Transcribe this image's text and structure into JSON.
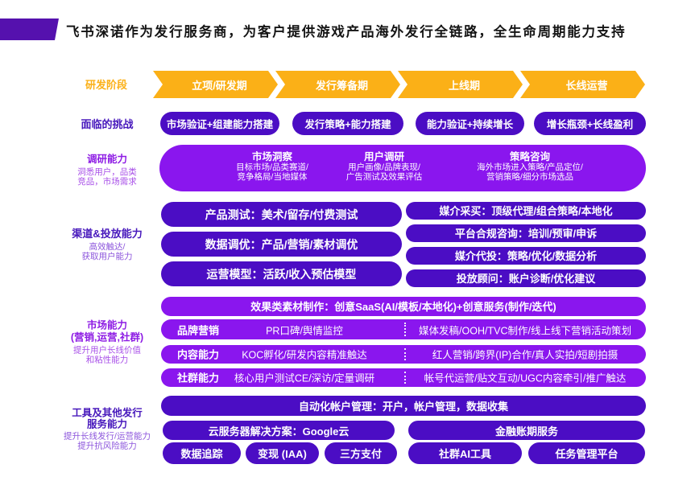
{
  "colors": {
    "orange": "#FBB017",
    "dark_purple_pill": "#4B0DC4",
    "bright_violet": "#8A16EE",
    "deep_purple_block": "#5511AE",
    "label_purple": "#4718BC",
    "label_violet": "#8D1BE4"
  },
  "title": "飞书深诺作为发行服务商，为客户提供游戏产品海外发行全链路，全生命周期能力支持",
  "stages": {
    "label": "研发阶段",
    "items": [
      "立项/研发期",
      "发行筹备期",
      "上线期",
      "长线运营"
    ]
  },
  "challenges": {
    "label": "面临的挑战",
    "items": [
      "市场验证+组建能力搭建",
      "发行策略+能力搭建",
      "能力验证+持续增长",
      "增长瓶颈+长线盈利"
    ]
  },
  "research": {
    "label": "调研能力",
    "sublabel": [
      "洞悉用户，品类",
      "竞品，市场需求"
    ],
    "columns": [
      {
        "title": "市场洞察",
        "lines": [
          "目标市场/品类赛道/",
          "竞争格局/当地媒体"
        ]
      },
      {
        "title": "用户调研",
        "lines": [
          "用户画像/品牌表现/",
          "广告测试及效果评估"
        ]
      },
      {
        "title": "策略咨询",
        "lines": [
          "海外市场进入策略/产品定位/",
          "营销策略/细分市场选品"
        ]
      }
    ]
  },
  "channel": {
    "label": "渠道&投放能力",
    "sublabel": [
      "高效触达/",
      "获取用户能力"
    ],
    "left_pills": [
      "产品测试：美术/留存/付费测试",
      "数据调优：产品/营销/素材调优",
      "运营模型：活跃/收入预估模型"
    ],
    "right_pills": [
      "媒介采买：顶级代理/组合策略/本地化",
      "平台合规咨询：培训/预审/申诉",
      "媒介代投：策略/优化/数据分析",
      "投放顾问：账户诊断/优化建议"
    ]
  },
  "market": {
    "label": "市场能力",
    "label2": "(营销,运营,社群)",
    "sublabel": [
      "提升用户长线价值",
      "和粘性能力"
    ],
    "top_pill": "效果类素材制作：创意SaaS(AI/模板/本地化)+创意服务(制作/迭代)",
    "rows": [
      {
        "tag": "品牌营销",
        "mid": "PR口碑/舆情监控",
        "right": "媒体发稿/OOH/TVC制作/线上线下营销活动策划"
      },
      {
        "tag": "内容能力",
        "mid": "KOC孵化/研发内容精准触达",
        "right": "红人营销/跨界(IP)合作/真人实拍/短剧拍摄"
      },
      {
        "tag": "社群能力",
        "mid": "核心用户测试CE/深访/定量调研",
        "right": "帐号代运营/贴文互动/UGC内容牵引/推广触达"
      }
    ]
  },
  "tools": {
    "label": [
      "工具及其他发行",
      "服务能力"
    ],
    "sublabel": [
      "提升长线发行/运营能力",
      "提升抗风险能力"
    ],
    "row1": "自动化帐户管理：开户，帐户管理，数据收集",
    "row2": [
      "云服务器解决方案：Google云",
      "金融账期服务"
    ],
    "row3": [
      "数据追踪",
      "变现 (IAA)",
      "三方支付",
      "社群AI工具",
      "任务管理平台"
    ]
  }
}
